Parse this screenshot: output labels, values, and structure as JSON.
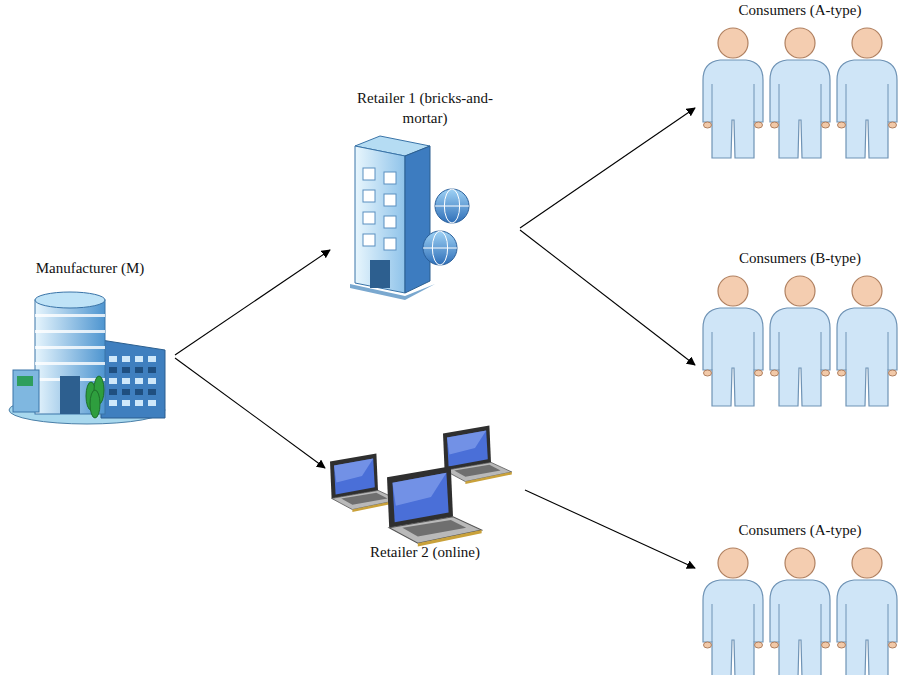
{
  "diagram": {
    "nodes": [
      {
        "text": [
          "Manufacturer (M)"
        ]
      },
      {
        "text": [
          "Retailer 1 (bricks-and-mortar)"
        ]
      },
      {
        "text": [
          "Retailer 2 (online)"
        ]
      },
      {
        "text": [
          "Consumers (A-type)"
        ]
      },
      {
        "text": [
          "Consumers (B-type)"
        ]
      },
      {
        "text": [
          "Consumers (A-type)"
        ]
      }
    ],
    "edges": [
      {
        "from": 0,
        "to": 1,
        "arrow": "to"
      },
      {
        "from": 0,
        "to": 2,
        "arrow": "to"
      },
      {
        "from": 1,
        "to": 3,
        "arrow": "to"
      },
      {
        "from": 1,
        "to": 4,
        "arrow": "to"
      },
      {
        "from": 2,
        "to": 5,
        "arrow": "to"
      }
    ]
  }
}
